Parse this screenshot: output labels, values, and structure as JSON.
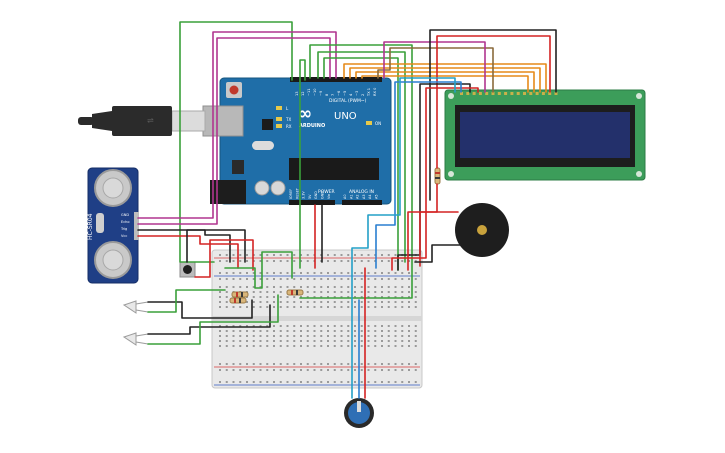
{
  "arduino": {
    "model": "UNO",
    "brand": "ARDUINO",
    "digital_label": "DIGITAL (PWM~)",
    "analog_label": "ANALOG IN",
    "power_label": "POWER",
    "logo_symbol": "∞",
    "led_labels": [
      "L",
      "TX",
      "RX"
    ],
    "on_label": "ON",
    "aref_label": "AREF",
    "gnd_label": "GND",
    "pin_labels_top": [
      "13",
      "12",
      "~11",
      "~10",
      "~9",
      "8",
      "7",
      "~6",
      "~5",
      "4",
      "~3",
      "2",
      "TX 1",
      "RX 0"
    ],
    "pin_labels_bottom": [
      "IOREF",
      "RESET",
      "3.3V",
      "5V",
      "GND",
      "GND",
      "Vin",
      "A0",
      "A1",
      "A2",
      "A3",
      "A4",
      "A5"
    ]
  },
  "ultrasonic": {
    "model": "HC-SR04",
    "pins": [
      "GND",
      "Echo",
      "Trig",
      "Vcc"
    ]
  },
  "lcd": {
    "type": "16x2 LCD"
  },
  "colors": {
    "board": "#1f6ea8",
    "lcd_board": "#3c9d5a",
    "lcd_screen": "#23306b",
    "breadboard": "#e8e8e8",
    "wire_red": "#d42323",
    "wire_black": "#222222",
    "wire_green": "#3aa03a",
    "wire_magenta": "#b0358f",
    "wire_orange": "#e68a1a",
    "wire_brown": "#8a6a3c",
    "wire_blue": "#2a7fd0",
    "wire_cyan": "#24a0c7"
  },
  "icons": [
    "usb-cable-icon",
    "led-icon",
    "buzzer-icon",
    "potentiometer-icon",
    "pushbutton-icon",
    "resistor-icon"
  ]
}
